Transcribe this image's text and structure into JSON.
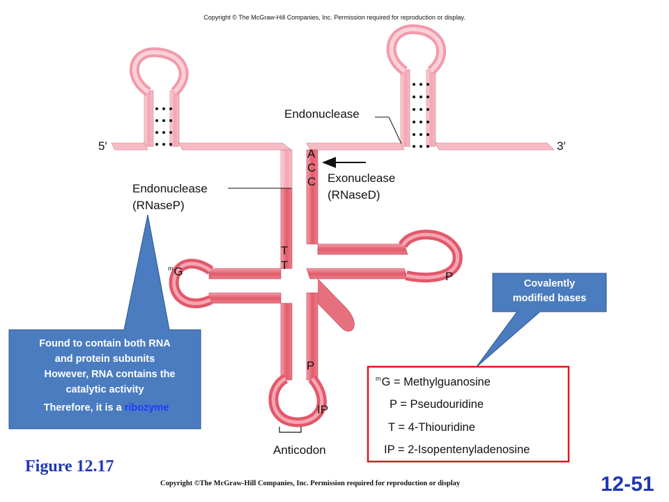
{
  "copyright_top": "Copyright © The McGraw-Hill Companies, Inc. Permission required for reproduction or display.",
  "labels": {
    "five_prime": "5′",
    "three_prime": "3′",
    "endonuclease_top": "Endonuclease",
    "endonuclease_rnasep_line1": "Endonuclease",
    "endonuclease_rnasep_line2": "(RNaseP)",
    "exonuclease_line1": "Exonuclease",
    "exonuclease_line2": "(RNaseD)",
    "anticodon": "Anticodon"
  },
  "bases": {
    "a": "A",
    "c1": "C",
    "c2": "C",
    "t1": "T",
    "t2": "T",
    "mg_sup": "m",
    "mg": "G",
    "p_right": "P",
    "p_anticodon": "P",
    "ip": "IP"
  },
  "callout_left": {
    "line1": "Found to contain both RNA",
    "line2": "and protein subunits",
    "line3": "However, RNA contains the",
    "line4": "catalytic activity",
    "line5_prefix": "Therefore, it is a ",
    "line5_emph": "ribozyme"
  },
  "callout_right": {
    "line1": "Covalently",
    "line2": "modified bases"
  },
  "legend": {
    "row1_sup": "m",
    "row1": "G = Methylguanosine",
    "row2": "P = Pseudouridine",
    "row3": "T = 4-Thiouridine",
    "row4": "IP = 2-Isopentenyladenosine"
  },
  "figure_label": "Figure 12.17",
  "copyright_bottom": "Copyright ©The McGraw-Hill Companies, Inc. Permission required for reproduction or display",
  "slide_number": "12-51",
  "colors": {
    "strand_dark": "#e4626f",
    "strand_light": "#f4a8b6",
    "callout_fill": "#4a7cbf",
    "legend_border": "#e0141b",
    "ribozyme": "#1f3dff",
    "title_blue": "#1f37b5"
  }
}
